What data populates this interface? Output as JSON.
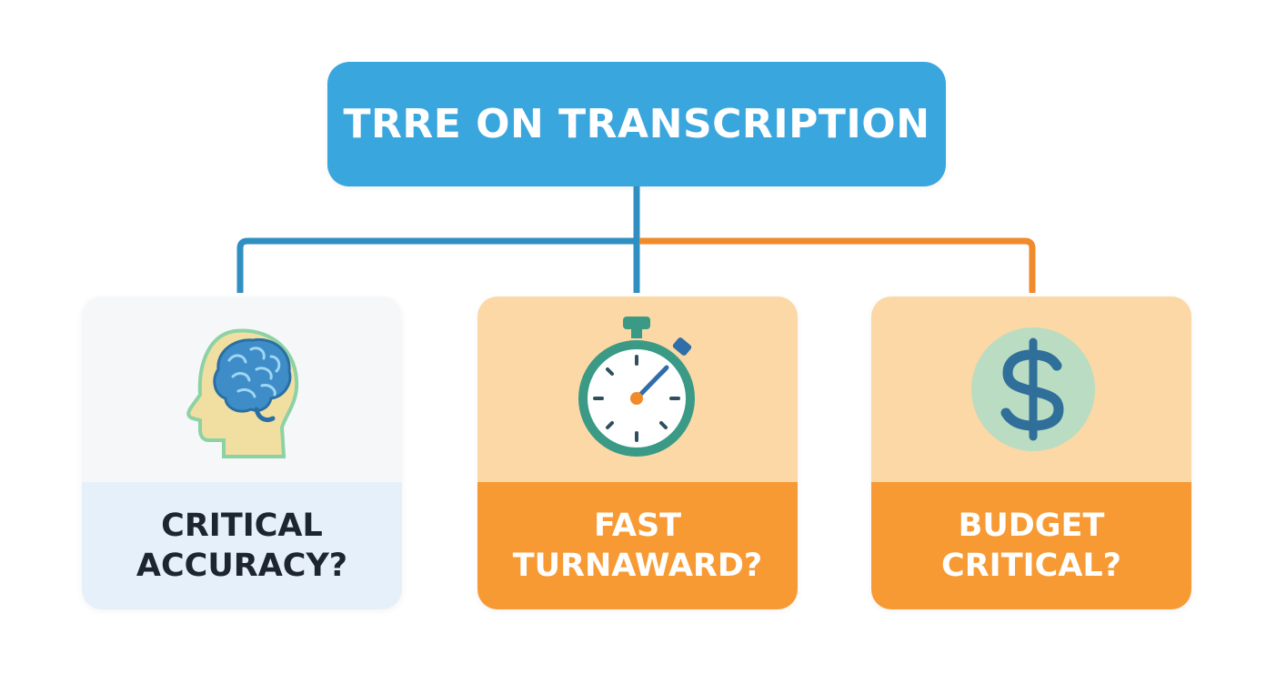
{
  "root": {
    "title": "TRRE ON TRANSCRIPTION"
  },
  "nodes": [
    {
      "icon": "brain-head-icon",
      "line1": "CRITICAL",
      "line2": "ACCURACY?"
    },
    {
      "icon": "stopwatch-icon",
      "line1": "FAST",
      "line2": "TURNAWARD?"
    },
    {
      "icon": "dollar-coin-icon",
      "line1": "BUDGET",
      "line2": "CRITICAL?"
    }
  ],
  "colors": {
    "blue": "#3aa6de",
    "connector_blue": "#2f8fc0",
    "connector_orange": "#f08a2a",
    "orange": "#f79a34",
    "peach": "#fbd8a5",
    "light_blue": "#e5f0fa",
    "teal": "#3a9a86"
  }
}
